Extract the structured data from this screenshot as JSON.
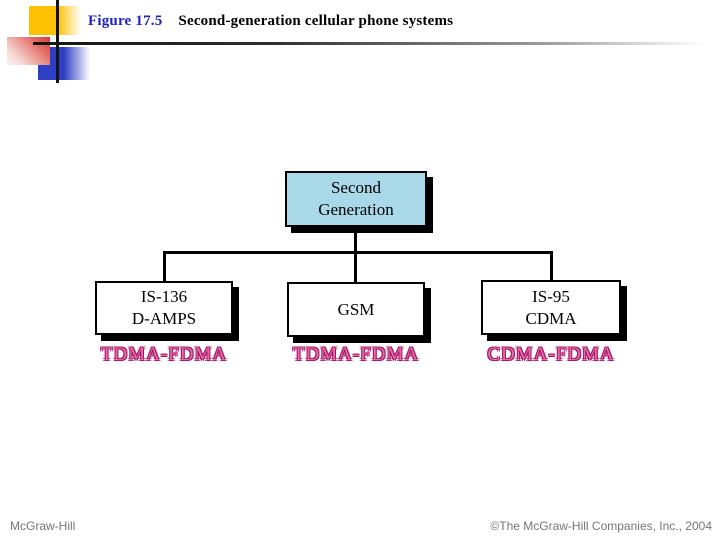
{
  "header": {
    "figure_label": "Figure 17.5",
    "title": "Second-generation cellular phone systems"
  },
  "diagram": {
    "root": {
      "lines": [
        "Second",
        "Generation"
      ],
      "fill": "#a9d9e9"
    },
    "children": [
      {
        "lines": [
          "IS-136",
          "D-AMPS"
        ],
        "access": "TDMA-FDMA"
      },
      {
        "lines": [
          "GSM"
        ],
        "access": "TDMA-FDMA"
      },
      {
        "lines": [
          "IS-95",
          "CDMA"
        ],
        "access": "CDMA-FDMA"
      }
    ],
    "access_color": "#c2186e",
    "line_color": "#000000"
  },
  "footer": {
    "left": "McGraw-Hill",
    "right": "©The McGraw-Hill Companies, Inc., 2004"
  }
}
